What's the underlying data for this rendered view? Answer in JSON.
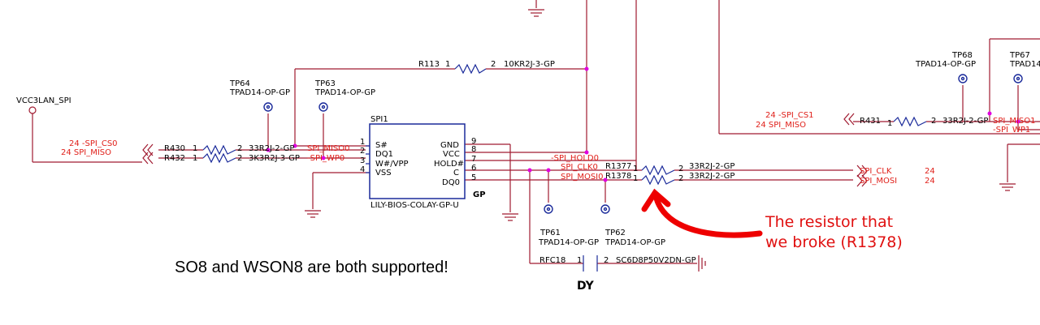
{
  "colors": {
    "wire": "#a01a30",
    "net": "#e0201a",
    "part": "#1a2a9a",
    "junction": "#e000e0",
    "note": "#e01010",
    "text": "#000000"
  },
  "labels": {
    "vcc": "VCC3LAN_SPI",
    "tp64": "TP64",
    "tp64_part": "TPAD14-OP-GP",
    "tp63": "TP63",
    "tp63_part": "TPAD14-OP-GP",
    "tp68": "TP68",
    "tp68_part": "TPAD14-OP-GP",
    "tp67": "TP67",
    "tp67_part": "TPAD14",
    "tp61": "TP61",
    "tp61_part": "TPAD14-OP-GP",
    "tp62": "TP62",
    "tp62_part": "TPAD14-OP-GP",
    "r113": "R113",
    "r113_p1": "1",
    "r113_p2": "2",
    "r113_val": "10KR2J-3-GP",
    "r430": "R430",
    "r430_p1": "1",
    "r430_p2": "2",
    "r430_val": "33R2J-2-GP",
    "r432": "R432",
    "r432_p1": "1",
    "r432_p2": "2",
    "r432_val": "3K3R2J-3-GP",
    "r431": "R431",
    "r431_p1": "1",
    "r431_p2": "2",
    "r431_val": "33R2J-2-GP",
    "r1377": "R1377",
    "r1377_p1": "1",
    "r1377_p2": "2",
    "r1377_val": "33R2J-2-GP",
    "r1378": "R1378",
    "r1378_p1": "1",
    "r1378_p2": "2",
    "r1378_val": "33R2J-2-GP",
    "left_cs0": "24 -SPI_CS0",
    "left_miso": "24  SPI_MISO",
    "right_cs1": "24  -SPI_CS1",
    "right_miso": "24  SPI_MISO",
    "net_miso0": "SPI_MISO0",
    "net_wp0": "-SPI_WP0",
    "net_hold0": "-SPI_HOLD0",
    "net_clk0": "SPI_CLK0",
    "net_mosi0": "SPI_MOSI0",
    "net_miso1": "SPI_MISO1",
    "net_wp1": "-SPI_WP1",
    "out_clk": "SPI_CLK",
    "out_mosi": "SPI_MOSI",
    "out_clk_num": "24",
    "out_mosi_num": "24",
    "ic_ref": "SPI1",
    "ic_part": "LILY-BIOS-COLAY-GP-U",
    "pin_s": "S#",
    "pin_dq1": "DQ1",
    "pin_wvpp": "W#/VPP",
    "pin_vss": "VSS",
    "pin_gnd": "GND",
    "pin_vcc": "VCC",
    "pin_hold": "HOLD#",
    "pin_c": "C",
    "pin_dq0": "DQ0",
    "pn1": "1",
    "pn2": "2",
    "pn3": "3",
    "pn4": "4",
    "pn9": "9",
    "pn8": "8",
    "pn7": "7",
    "pn6": "6",
    "pn5": "5",
    "rfc18": "RFC18",
    "rfc18_p1": "1",
    "rfc18_p2": "2",
    "rfc18_val": "SC6D8P50V2DN-GP",
    "dy": "DY",
    "gp": "GP",
    "support": "SO8 and WSON8 are both supported!",
    "note_line1": "The resistor that",
    "note_line2": "we broke (R1378)"
  }
}
